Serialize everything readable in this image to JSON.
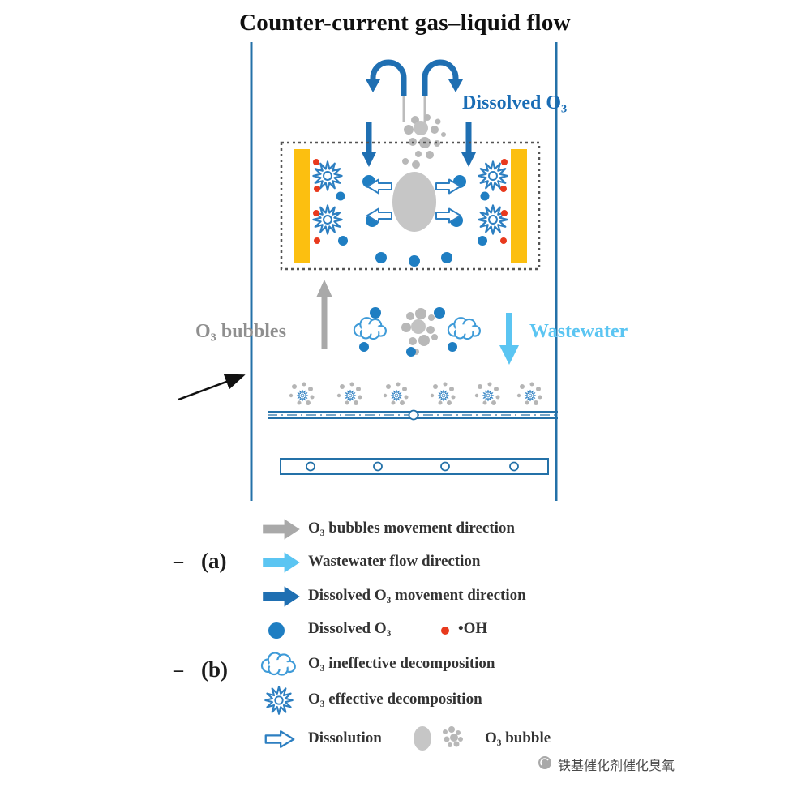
{
  "title": "Counter-current gas–liquid flow",
  "labels": {
    "dissolved_o3": "Dissolved O₃",
    "o3_bubbles": "O₃ bubbles",
    "wastewater": "Wastewater",
    "marker": "–",
    "panel_a": "(a)",
    "panel_b": "(b)"
  },
  "legend": {
    "items": [
      {
        "icon": "gray-arrow-icon",
        "label": "O₃ bubbles movement direction"
      },
      {
        "icon": "lightblue-arrow-icon",
        "label": "Wastewater flow direction"
      },
      {
        "icon": "darkblue-arrow-icon",
        "label": "Dissolved O₃ movement direction"
      },
      {
        "icon": "dissolved-o3-dot-icon",
        "label": "Dissolved O₃",
        "extra_icon": "oh-radical-dot-icon",
        "extra_label": "•OH"
      },
      {
        "icon": "cloud-icon",
        "label": "O₃ ineffective decomposition"
      },
      {
        "icon": "starburst-icon",
        "label": "O₃ effective decomposition"
      },
      {
        "icon": "dissolution-arrow-icon",
        "label": "Dissolution",
        "extra_icon": "o3-bubble-icon",
        "extra_label": "O₃ bubble"
      }
    ]
  },
  "watermark": "铁基催化剂催化臭氧",
  "colors": {
    "dark_blue": "#1f6fb2",
    "medium_blue": "#1f7ec2",
    "light_blue": "#5bc5f2",
    "gray": "#a9a9a9",
    "yellow": "#fcbf10",
    "red": "#e8391d",
    "text": "#333333"
  }
}
